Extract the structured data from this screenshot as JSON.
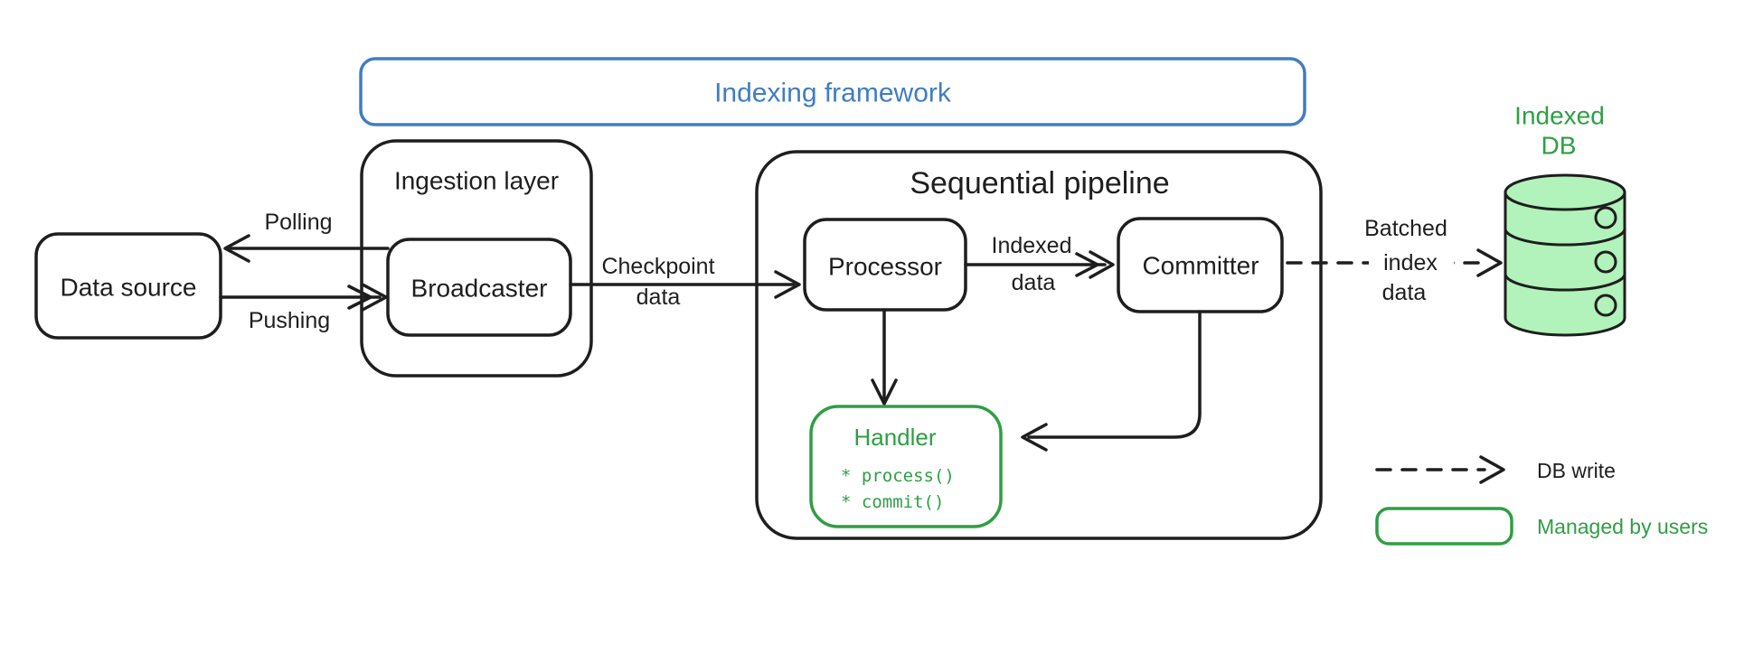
{
  "title": {
    "indexing_framework": "Indexing framework"
  },
  "nodes": {
    "data_source": {
      "label": "Data source"
    },
    "ingestion_layer": {
      "label": "Ingestion layer"
    },
    "broadcaster": {
      "label": "Broadcaster"
    },
    "sequential_pipeline": {
      "label": "Sequential pipeline"
    },
    "processor": {
      "label": "Processor"
    },
    "committer": {
      "label": "Committer"
    },
    "handler": {
      "title": "Handler",
      "methods": [
        "* process()",
        "* commit()"
      ]
    },
    "indexed_db": {
      "line1": "Indexed",
      "line2": "DB"
    }
  },
  "edges": {
    "polling": {
      "label": "Polling"
    },
    "pushing": {
      "label": "Pushing"
    },
    "checkpoint_data": {
      "line1": "Checkpoint",
      "line2": "data"
    },
    "indexed_data": {
      "line1": "Indexed",
      "line2": "data"
    },
    "batched_index_data": {
      "line1": "Batched",
      "line2": "index",
      "line3": "data"
    }
  },
  "legend": {
    "db_write_label": "DB write",
    "managed_by_users_label": "Managed by users"
  },
  "colors": {
    "ink": "#1e1e1e",
    "accent_blue": "#417dc1",
    "accent_green": "#2f9e44",
    "db_fill": "#b2f2bb",
    "background": "#ffffff"
  }
}
